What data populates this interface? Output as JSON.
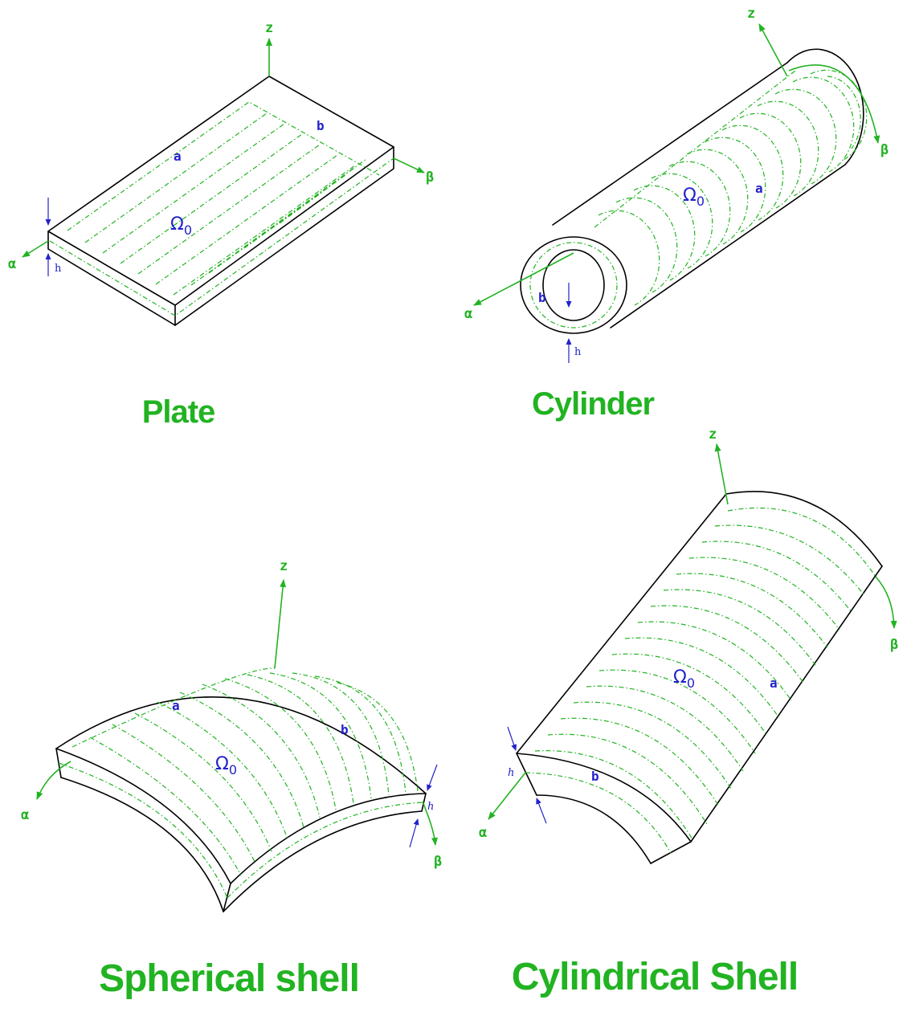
{
  "colors": {
    "axis": "#22b322",
    "dimension": "#2222cc",
    "edge": "#000000"
  },
  "panels": {
    "plate": {
      "title": "Plate",
      "axes": {
        "z": "z",
        "alpha": "α",
        "beta": "β"
      },
      "dims": {
        "a": "a",
        "b": "b",
        "h": "h"
      },
      "domain": {
        "symbol": "Ω",
        "subscript": "0"
      }
    },
    "cylinder": {
      "title": "Cylinder",
      "axes": {
        "z": "z",
        "alpha": "α",
        "beta": "β"
      },
      "dims": {
        "a": "a",
        "b": "b",
        "h": "h"
      },
      "domain": {
        "symbol": "Ω",
        "subscript": "0"
      }
    },
    "spherical": {
      "title": "Spherical shell",
      "axes": {
        "z": "z",
        "alpha": "α",
        "beta": "β"
      },
      "dims": {
        "a": "a",
        "b": "b",
        "h": "h"
      },
      "domain": {
        "symbol": "Ω",
        "subscript": "0"
      }
    },
    "cylshell": {
      "title": "Cylindrical Shell",
      "axes": {
        "z": "z",
        "alpha": "α",
        "beta": "β"
      },
      "dims": {
        "a": "a",
        "b": "b",
        "h": "h"
      },
      "domain": {
        "symbol": "Ω",
        "subscript": "0"
      }
    }
  }
}
